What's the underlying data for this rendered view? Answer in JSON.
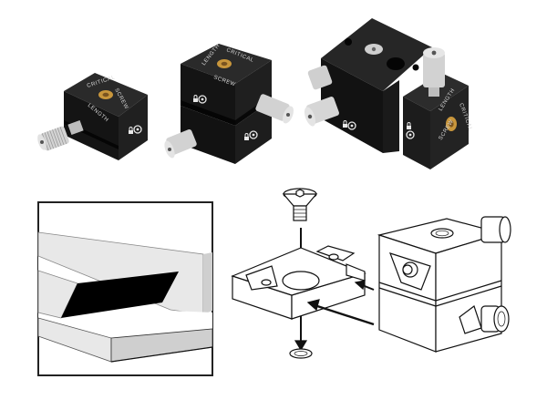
{
  "products": [
    {
      "id": "single-axis-stage",
      "engraving": [
        "CRITICAL",
        "SCREW",
        "LENGTH"
      ],
      "lock_icon": "padlock-icon",
      "knob": "knurled-adjuster"
    },
    {
      "id": "dual-axis-stage",
      "engraving": [
        "LENGTH",
        "CRITICAL",
        "SCREW"
      ],
      "lock_icon": "padlock-icon",
      "knob": "knurled-adjuster"
    },
    {
      "id": "xyz-stage",
      "engraving": [
        "LENGTH",
        "CRITICAL",
        "SCREW"
      ],
      "lock_icon": "padlock-icon",
      "knob": "knurled-adjuster"
    }
  ],
  "inset": {
    "name": "dovetail-detail",
    "fill_colors": {
      "face": "#e8e8e8",
      "side": "#cfcfcf",
      "slot": "#000000",
      "border": "#222222"
    }
  },
  "assembly_diagram": {
    "parts": [
      "countersunk-screw",
      "dovetail-adapter-plate",
      "stage-block"
    ],
    "arrows": 3
  },
  "colors": {
    "anodized_black": "#1c1c1c",
    "brass": "#c8963c",
    "steel": "#c9c9c9",
    "line": "#111111"
  }
}
